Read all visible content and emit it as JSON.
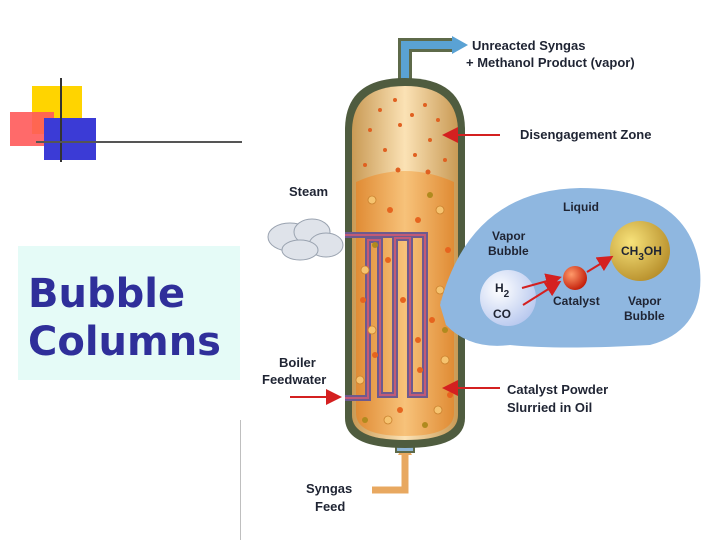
{
  "slide": {
    "title": "Bubble\nColumns"
  },
  "diagram": {
    "labels": {
      "outlet_line1": "Unreacted Syngas",
      "outlet_line2": "+ Methanol Product (vapor)",
      "disengagement_zone": "Disengagement Zone",
      "steam": "Steam",
      "liquid": "Liquid",
      "vapor_bubble_left_line1": "Vapor",
      "vapor_bubble_left_line2": "Bubble",
      "h2": "H",
      "h2_sub": "2",
      "co": "CO",
      "catalyst": "Catalyst",
      "ch3oh_a": "CH",
      "ch3oh_sub": "3",
      "ch3oh_b": "OH",
      "vapor_bubble_right_line1": "Vapor",
      "vapor_bubble_right_line2": "Bubble",
      "boiler_line1": "Boiler",
      "boiler_line2": "Feedwater",
      "catalyst_powder_line1": "Catalyst Powder",
      "catalyst_powder_line2": "Slurried in Oil",
      "syngas_line1": "Syngas",
      "syngas_line2": "Feed"
    },
    "colors": {
      "vessel_shell": "#5e6a4a",
      "vessel_inner": "#f2c98a",
      "slurry": "#f0a851",
      "inlet_pipe": "#e8a860",
      "outlet_pipe": "#4e97c8",
      "arrow_red": "#d42020",
      "inset_blob": "#8fb7e0",
      "title_box": "#e5fbf7",
      "title_text": "#2f2f9a"
    }
  }
}
